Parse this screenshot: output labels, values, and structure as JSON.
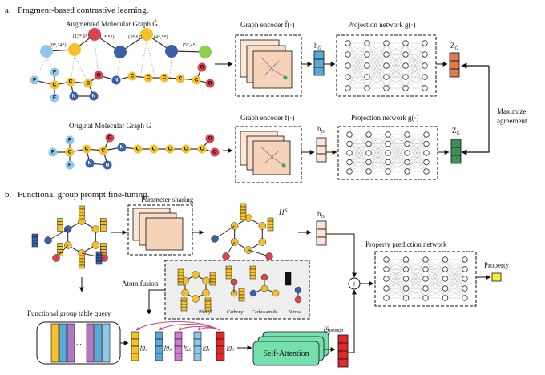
{
  "panel_a": {
    "heading_letter": "a.",
    "heading": "Fragment-based contrastive learning.",
    "augmented_graph_label": "Augmented Molecular Graph G̃",
    "original_graph_label": "Original Molecular Graph G",
    "graph_encoder_aug": "Graph encoder f̃(·)",
    "graph_encoder_orig": "Graph encoder f(·)",
    "projection_aug": "Projection network g̃(·)",
    "projection_orig": "Projection network g(·)",
    "h_aug": "h",
    "h_aug_sub": "G̃",
    "h_orig": "h",
    "h_orig_sub": "G",
    "z_aug": "Z",
    "z_aug_sub": "G̃",
    "z_orig": "Z",
    "z_orig_sub": "G",
    "maximize_line1": "Maximize",
    "maximize_line2": "agreement",
    "fragment_edges": [
      "(8*,14*)",
      "(13*,6*)",
      "(1*,5*)",
      "(3*,6*)",
      "(4*,5*)",
      "(5*,4*)"
    ],
    "atoms_top": [
      "F",
      "C",
      "F",
      "C",
      "C",
      "N",
      "O",
      "C",
      "C",
      "C",
      "C",
      "C",
      "C",
      "C",
      "O"
    ],
    "atoms_bottom": [
      "F",
      "C",
      "F",
      "C",
      "C",
      "N",
      "O",
      "C",
      "C",
      "C",
      "C",
      "C",
      "C",
      "C",
      "O"
    ]
  },
  "panel_b": {
    "heading_letter": "b.",
    "heading": "Functional group prompt fine-tuning.",
    "parameter_sharing": "Parameter sharing",
    "h_k": "H",
    "h_k_sup": "K",
    "h_g": "h",
    "h_g_sub": "G",
    "atom_fusion": "Atom fusion",
    "groups": [
      "Phenyl",
      "Carbonyl",
      "Carboxamide",
      "Nitros"
    ],
    "table_query": "Functional group table query",
    "table_ellipsis": "...",
    "fg_labels": [
      "fg",
      "fg",
      "fg",
      "fg",
      "fg"
    ],
    "fg_subs": [
      "4",
      "3",
      "2",
      "1",
      "0"
    ],
    "fg_prompt": "fg",
    "fg_prompt_sub": "prompt",
    "self_attention": "Self-Attention",
    "property_network": "Property prediction network",
    "property": "Property",
    "plus": "+"
  },
  "colors": {
    "carbon": "#f5c12a",
    "nitrogen": "#3d5ea8",
    "oxygen": "#d8434e",
    "fluorine": "#8ec7ea",
    "encoder_frame": "#f6d7c2",
    "h_blue": "#5aa8d6",
    "z_orange": "#e07b4d",
    "z_green": "#3e8e5a",
    "attention": "#76e0ad",
    "fg_red": "#e02a2a",
    "property_yellow": "#f6ef3a"
  }
}
